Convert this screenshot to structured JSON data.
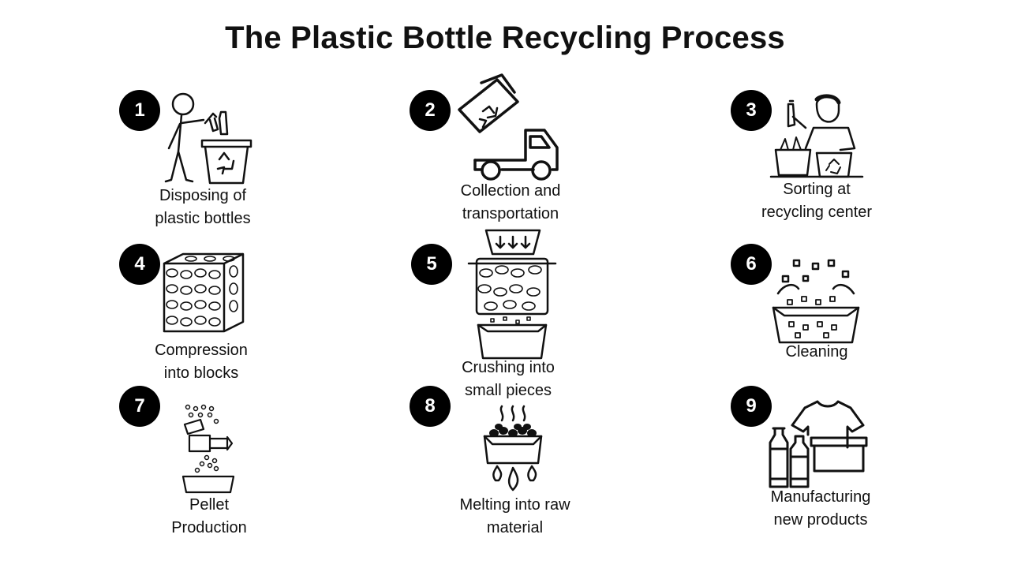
{
  "title": "The Plastic Bottle Recycling Process",
  "steps": [
    {
      "number": "1",
      "line1": "Disposing of",
      "line2": "plastic bottles"
    },
    {
      "number": "2",
      "line1": "Collection and",
      "line2": "transportation"
    },
    {
      "number": "3",
      "line1": "Sorting at",
      "line2": "recycling center"
    },
    {
      "number": "4",
      "line1": "Compression",
      "line2": "into blocks"
    },
    {
      "number": "5",
      "line1": "Crushing into",
      "line2": "small pieces"
    },
    {
      "number": "6",
      "line1": "Cleaning",
      "line2": ""
    },
    {
      "number": "7",
      "line1": "Pellet",
      "line2": "Production"
    },
    {
      "number": "8",
      "line1": "Melting into raw",
      "line2": "material"
    },
    {
      "number": "9",
      "line1": "Manufacturing",
      "line2": "new products"
    }
  ],
  "icons": [
    "person-disposing-bottle-icon",
    "recycling-truck-icon",
    "person-sorting-icon",
    "compressed-bottle-block-icon",
    "crusher-icon",
    "cleaning-tub-icon",
    "pellet-machine-icon",
    "melting-tray-icon",
    "new-products-icon"
  ],
  "colors": {
    "badge": "#000000",
    "badge_text": "#ffffff",
    "text": "#111111",
    "background": "#ffffff"
  }
}
